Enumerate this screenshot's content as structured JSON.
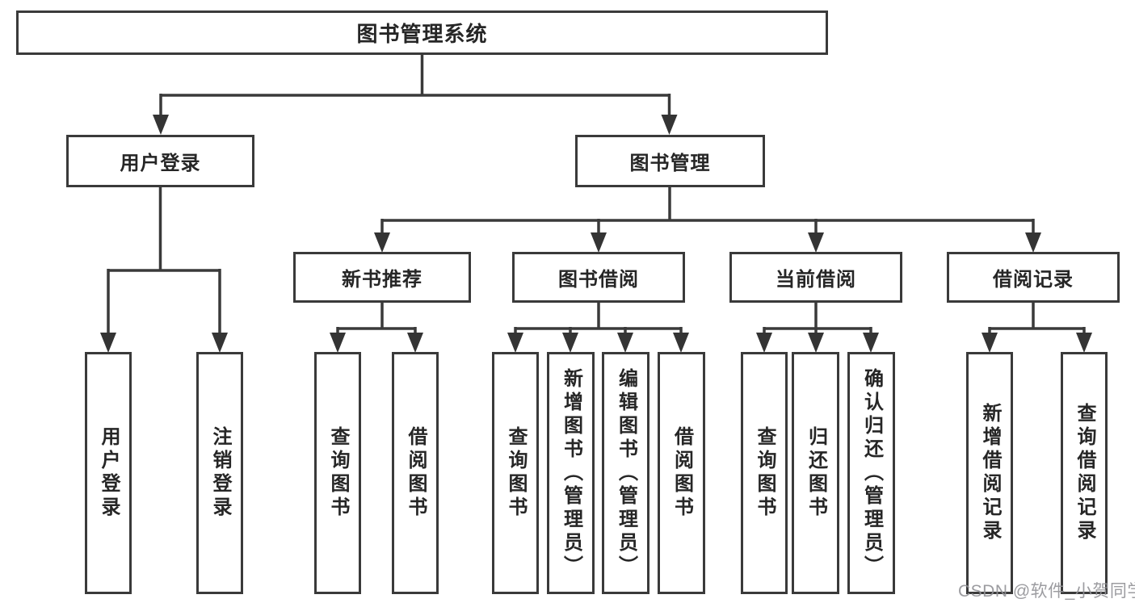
{
  "watermark": "CSDN @软件_小贺同学",
  "colors": {
    "line": "#3a3a3a",
    "box_border": "#3a3a3a",
    "text": "#262626",
    "watermark": "#9a9a9f",
    "background": "#ffffff"
  },
  "tree": {
    "root": "图书管理系统",
    "branches": [
      {
        "label": "用户登录",
        "children": [
          "用户登录",
          "注销登录"
        ]
      },
      {
        "label": "图书管理",
        "sections": [
          {
            "label": "新书推荐",
            "children": [
              "查询图书",
              "借阅图书"
            ]
          },
          {
            "label": "图书借阅",
            "children": [
              "查询图书",
              "新增图书（管理员）",
              "编辑图书（管理员）",
              "借阅图书"
            ]
          },
          {
            "label": "当前借阅",
            "children": [
              "查询图书",
              "归还图书",
              "确认归还（管理员）"
            ]
          },
          {
            "label": "借阅记录",
            "children": [
              "新增借阅记录",
              "查询借阅记录"
            ]
          }
        ]
      }
    ]
  }
}
